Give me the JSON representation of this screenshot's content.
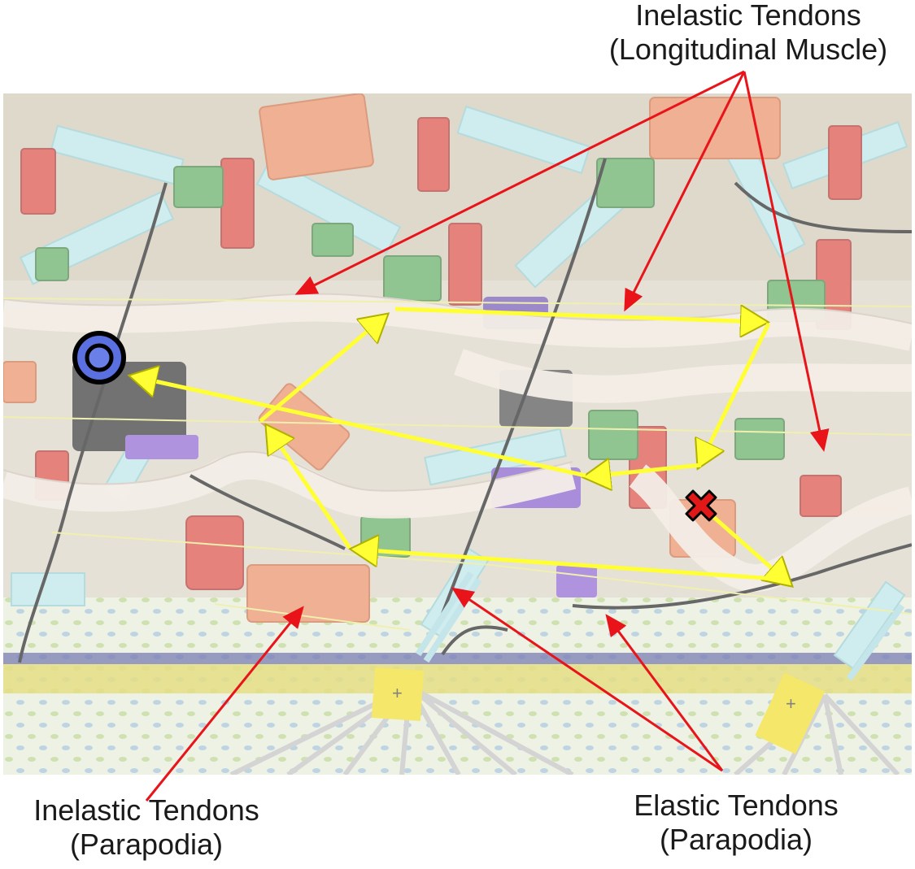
{
  "figure": {
    "labels": {
      "top_right": {
        "line1": "Inelastic Tendons",
        "line2": "(Longitudinal Muscle)"
      },
      "bottom_left": {
        "line1": "Inelastic Tendons",
        "line2": "(Parapodia)"
      },
      "bottom_right": {
        "line1": "Elastic Tendons",
        "line2": "(Parapodia)"
      }
    },
    "markers": {
      "start_marker": "circle-target-icon",
      "end_marker": "cross-x-icon"
    },
    "colors": {
      "path_arrow": "#ffff33",
      "pointer_arrow": "#e8141a",
      "start_marker_fill": "#5a6fe0",
      "end_marker_fill": "#e01818",
      "tape": "#f0dc20"
    }
  }
}
